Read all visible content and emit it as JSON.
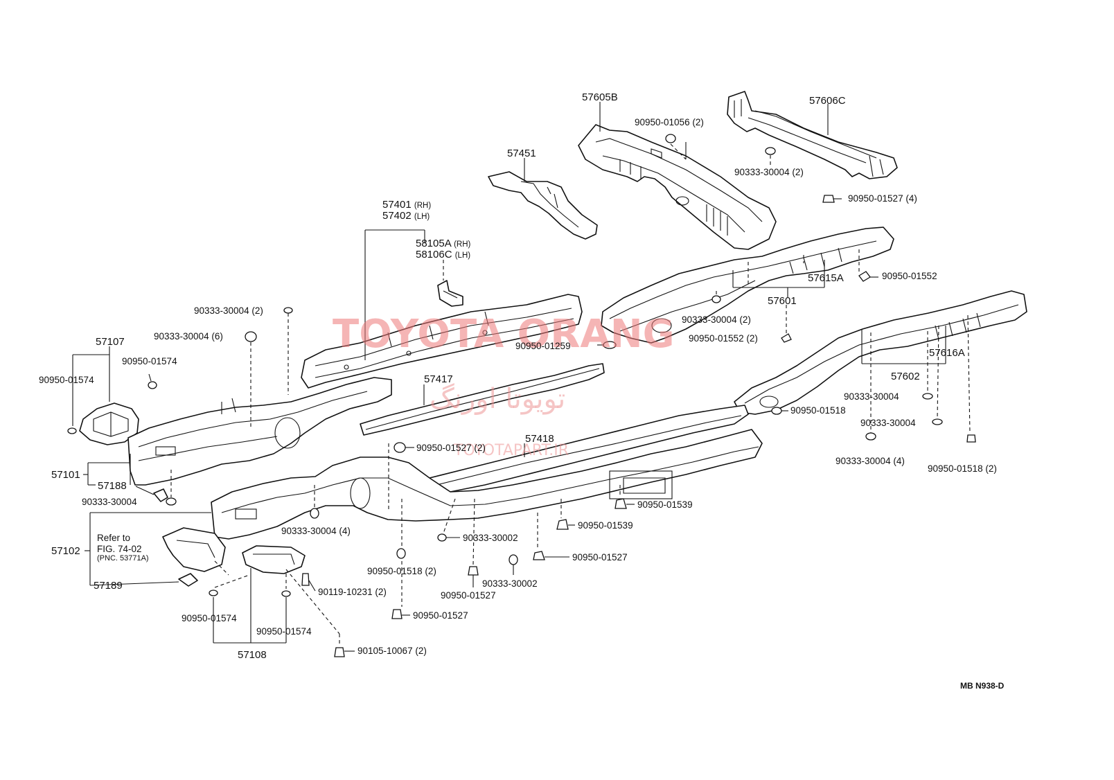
{
  "watermark": {
    "main": "TOYOTA ORANG",
    "persian": "تویوتا اورنگ",
    "site": "TOYOTAPART.IR"
  },
  "drawing_code": "MB N938-D",
  "labels": {
    "p57605B": "57605B",
    "p57606C": "57606C",
    "p90950_01056": "90950-01056",
    "p90950_01056_q": "(2)",
    "p57451": "57451",
    "p90333_30004_a": "90333-30004",
    "p90333_30004_a_q": "(2)",
    "p90950_01527_a": "90950-01527",
    "p90950_01527_a_q": "(4)",
    "p57401": "57401",
    "p57401_q": "(RH)",
    "p57402": "57402",
    "p57402_q": "(LH)",
    "p58105A": "58105A",
    "p58105A_q": "(RH)",
    "p58106C": "58106C",
    "p58106C_q": "(LH)",
    "p90950_01552_a": "90950-01552",
    "p57615A": "57615A",
    "p57601": "57601",
    "p90333_30004_b": "90333-30004",
    "p90333_30004_b_q": "(2)",
    "p90950_01552_b": "90950-01552",
    "p90950_01552_b_q": "(2)",
    "p90950_01259": "90950-01259",
    "p90333_30004_c": "90333-30004",
    "p90333_30004_c_q": "(2)",
    "p90333_30004_d": "90333-30004",
    "p90333_30004_d_q": "(6)",
    "p57107": "57107",
    "p90950_01574_a": "90950-01574",
    "p90950_01574_b": "90950-01574",
    "p57417": "57417",
    "p57616A": "57616A",
    "p57602": "57602",
    "p90333_30004_e": "90333-30004",
    "p90950_01518_a": "90950-01518",
    "p90333_30004_f": "90333-30004",
    "p90333_30004_g": "90333-30004",
    "p90333_30004_g_q": "(4)",
    "p90950_01518_b": "90950-01518",
    "p90950_01518_b_q": "(2)",
    "p57418": "57418",
    "p90950_01527_b": "90950-01527",
    "p90950_01527_b_q": "(2)",
    "p57101": "57101",
    "p57188": "57188",
    "p90333_30004_h": "90333-30004",
    "p90950_01539_a": "90950-01539",
    "p90950_01539_b": "90950-01539",
    "p90333_30004_i": "90333-30004",
    "p90333_30004_i_q": "(4)",
    "p90333_30002_a": "90333-30002",
    "p90950_01527_c": "90950-01527",
    "refer_to": "Refer to",
    "fig_ref": "FIG. 74-02",
    "pnc_ref": "(PNC. 53771A)",
    "p57102": "57102",
    "p90950_01518_c": "90950-01518",
    "p90950_01518_c_q": "(2)",
    "p90333_30002_b": "90333-30002",
    "p90950_01527_d": "90950-01527",
    "p57189": "57189",
    "p90119_10231": "90119-10231",
    "p90119_10231_q": "(2)",
    "p90950_01527_e": "90950-01527",
    "p90950_01574_c": "90950-01574",
    "p90950_01574_d": "90950-01574",
    "p90105_10067": "90105-10067",
    "p90105_10067_q": "(2)",
    "p57108": "57108"
  }
}
